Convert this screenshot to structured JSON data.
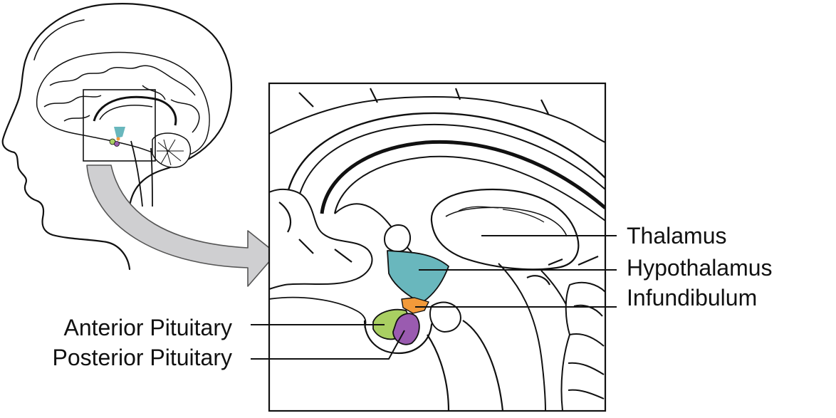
{
  "labels": {
    "thalamus": "Thalamus",
    "hypothalamus": "Hypothalamus",
    "infundibulum": "Infundibulum",
    "anterior_pituitary": "Anterior Pituitary",
    "posterior_pituitary": "Posterior Pituitary"
  },
  "colors": {
    "hypothalamus": "#69b7bd",
    "infundibulum": "#f39a3a",
    "anterior_pituitary": "#a9cf62",
    "posterior_pituitary": "#9a5bb0",
    "arrow_fill": "#cfcfd1",
    "outline": "#111111"
  }
}
